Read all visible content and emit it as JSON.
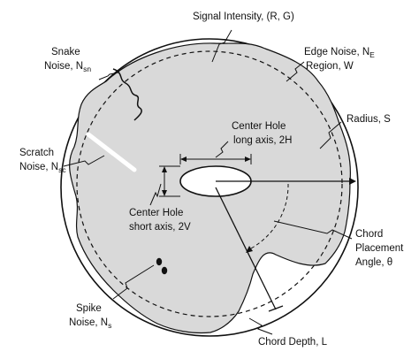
{
  "labels": {
    "signal_intensity": "Signal Intensity, (R, G)",
    "snake_noise_line1": "Snake",
    "snake_noise_line2": "Noise, N",
    "snake_noise_sub": "sn",
    "edge_noise_line1": "Edge Noise, N",
    "edge_noise_sub": "E",
    "edge_noise_line2": "Region, W",
    "radius": "Radius, S",
    "center_hole_long_line1": "Center Hole",
    "center_hole_long_line2": "long axis, 2H",
    "scratch_noise_line1": "Scratch",
    "scratch_noise_line2": "Noise, N",
    "scratch_noise_sub": "sc",
    "center_hole_short_line1": "Center Hole",
    "center_hole_short_line2": "short axis, 2V",
    "chord_placement_line1": "Chord",
    "chord_placement_line2": "Placement",
    "chord_placement_line3": "Angle, θ",
    "spike_noise_line1": "Spike",
    "spike_noise_line2": "Noise, N",
    "spike_noise_sub": "s",
    "chord_depth": "Chord Depth, L"
  },
  "colors": {
    "disc_fill": "#d9d9d9",
    "background": "#ffffff",
    "ink": "#111111"
  }
}
